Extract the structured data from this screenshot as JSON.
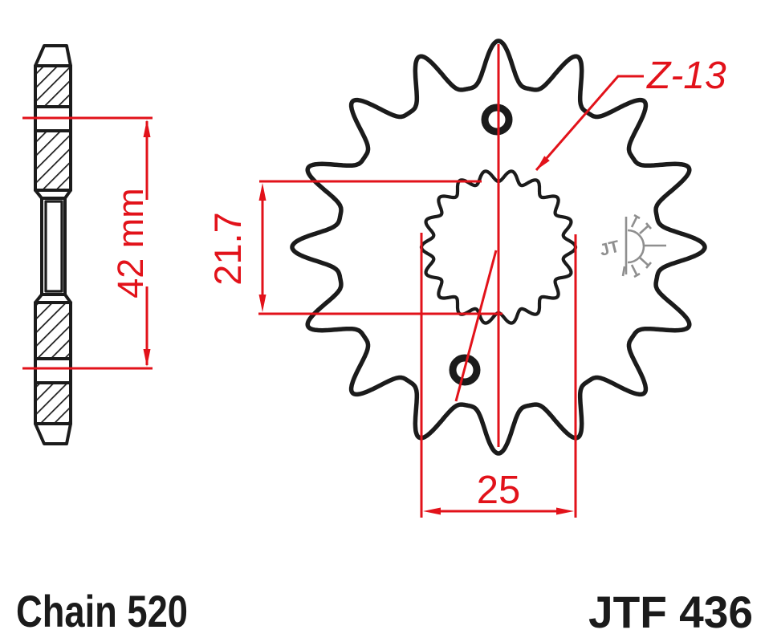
{
  "footer": {
    "chain_label": "Chain 520",
    "model_label": "JTF 436"
  },
  "dimensions": {
    "hub_width_label": "42 mm",
    "spline_minor_diameter_label": "21.7",
    "spline_major_diameter_label": "25",
    "teeth_count_label": "Z-13"
  },
  "logo": {
    "initials": "JT"
  },
  "figure": {
    "views": [
      "side-section-view",
      "front-view"
    ],
    "sprocket_teeth_drawn": 16,
    "spline_lobes_drawn": 18,
    "rivet_holes_drawn": 2
  },
  "colors": {
    "dimension_red": "#e2121a",
    "line_black": "#1b1b1b",
    "logo_gray": "#8f8f8f",
    "background": "#ffffff"
  }
}
